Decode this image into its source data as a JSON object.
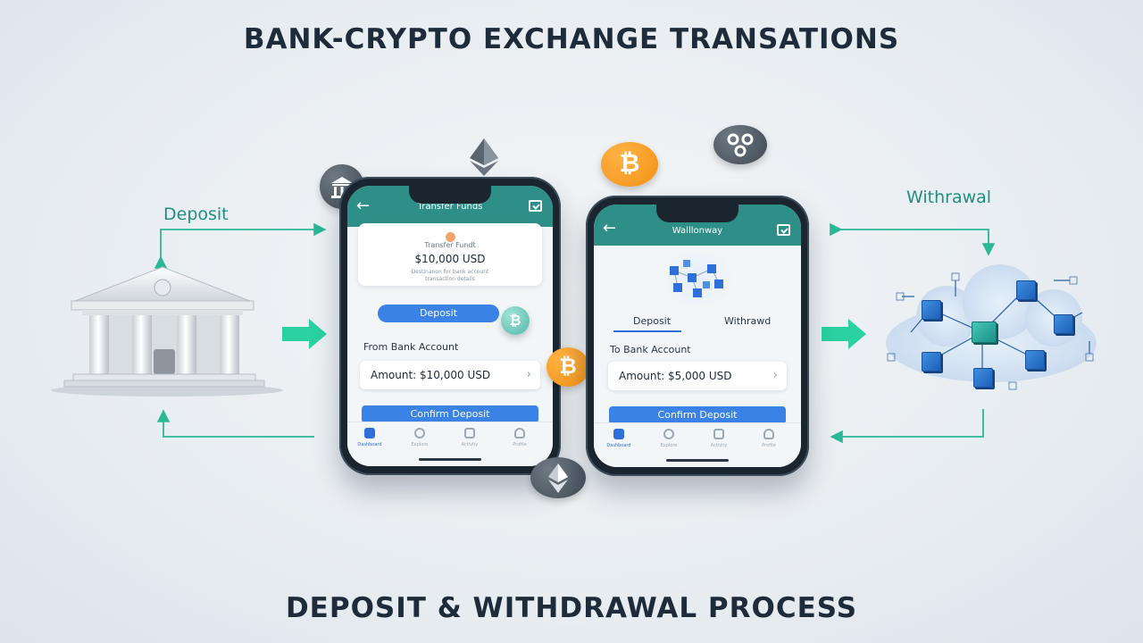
{
  "header": {
    "title": "BANK-CRYPTO EXCHANGE TRANSATIONS"
  },
  "footer": {
    "title": "DEPOSIT & WITHDRAWAL PROCESS"
  },
  "labels": {
    "deposit": "Deposit",
    "withdrawal": "Withrawal"
  },
  "icons": {
    "bank": "bank-icon",
    "ethereum": "ethereum-icon",
    "bitcoin": "bitcoin-icon",
    "ripple": "ripple-icon",
    "cloud": "blockchain-cloud-icon"
  },
  "colors": {
    "teal_header": "#2e8f88",
    "accent_green": "#2bd1a0",
    "button_blue": "#3b82e6",
    "bitcoin_orange": "#f39012",
    "title_dark": "#1d2b3a"
  },
  "phone_left": {
    "header_title": "Transfer Funds",
    "card_caption": "Transfer Fundt",
    "amount_big": "$10,000 USD",
    "card_sub_line1": "Destinanon for bank account",
    "card_sub_line2": "transaction details",
    "pill_label": "Deposit",
    "from_label": "From Bank Account",
    "amount_field": "Amount: $10,000 USD",
    "confirm_button": "Confirm Deposit",
    "tabs": [
      "Dashboard",
      "Explore",
      "Activity",
      "Profile"
    ]
  },
  "phone_right": {
    "header_title": "Walllonway",
    "seg_left": "Deposit",
    "seg_right": "Withrawd",
    "to_label": "To Bank Account",
    "amount_field": "Amount: $5,000 USD",
    "confirm_button": "Confirm Deposit",
    "tabs": [
      "Dashboard",
      "Explore",
      "Activity",
      "Profile"
    ]
  }
}
